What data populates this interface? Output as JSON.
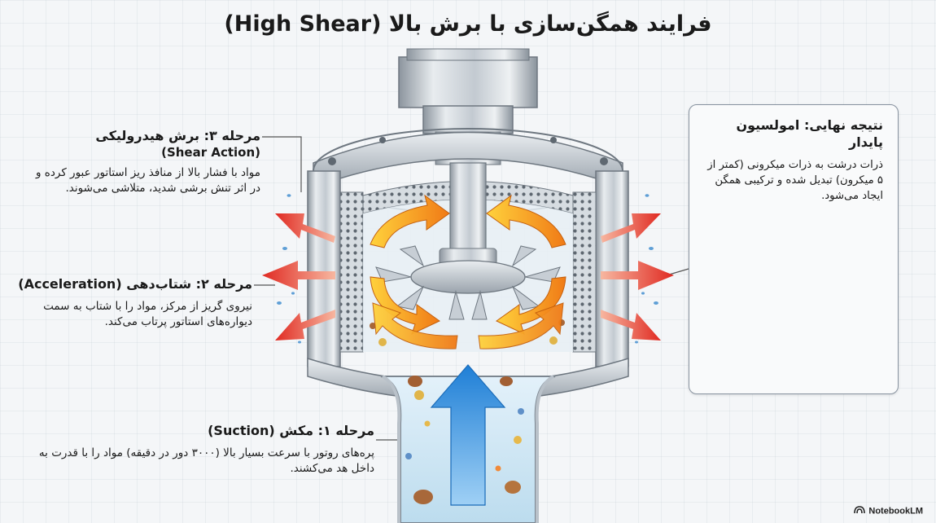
{
  "title": "فرایند همگن‌سازی با برش بالا (High Shear)",
  "stage3": {
    "heading": "مرحله ۳: برش هیدرولیکی",
    "subtitle": "(Shear Action)",
    "body": "مواد با فشار بالا از منافذ ریز استاتور عبور کرده و در اثر تنش برشی شدید، متلاشی می‌شوند."
  },
  "stage2": {
    "heading": "مرحله ۲: شتاب‌دهی (Acceleration)",
    "body": "نیروی گریز از مرکز، مواد را با شتاب به سمت دیواره‌های استاتور پرتاب می‌کند."
  },
  "stage1": {
    "heading": "مرحله ۱: مکش (Suction)",
    "body": "پره‌های روتور با سرعت بسیار بالا (۳۰۰۰ دور در دقیقه) مواد را با قدرت به داخل هد می‌کشند."
  },
  "result": {
    "heading": "نتیجه نهایی: امولسیون پایدار",
    "body": "ذرات درشت به ذرات میکرونی (کمتر از ۵ میکرون) تبدیل شده و ترکیبی همگن ایجاد می‌شود."
  },
  "brand": "NotebookLM",
  "colors": {
    "arrow_red": "#e5322d",
    "arrow_orange": "#f6a21e",
    "arrow_blue": "#2f8fe0",
    "steel": "#b9c1c9",
    "liquid": "#cfe7f5"
  },
  "icons": [
    "notebooklm-logo-icon"
  ]
}
